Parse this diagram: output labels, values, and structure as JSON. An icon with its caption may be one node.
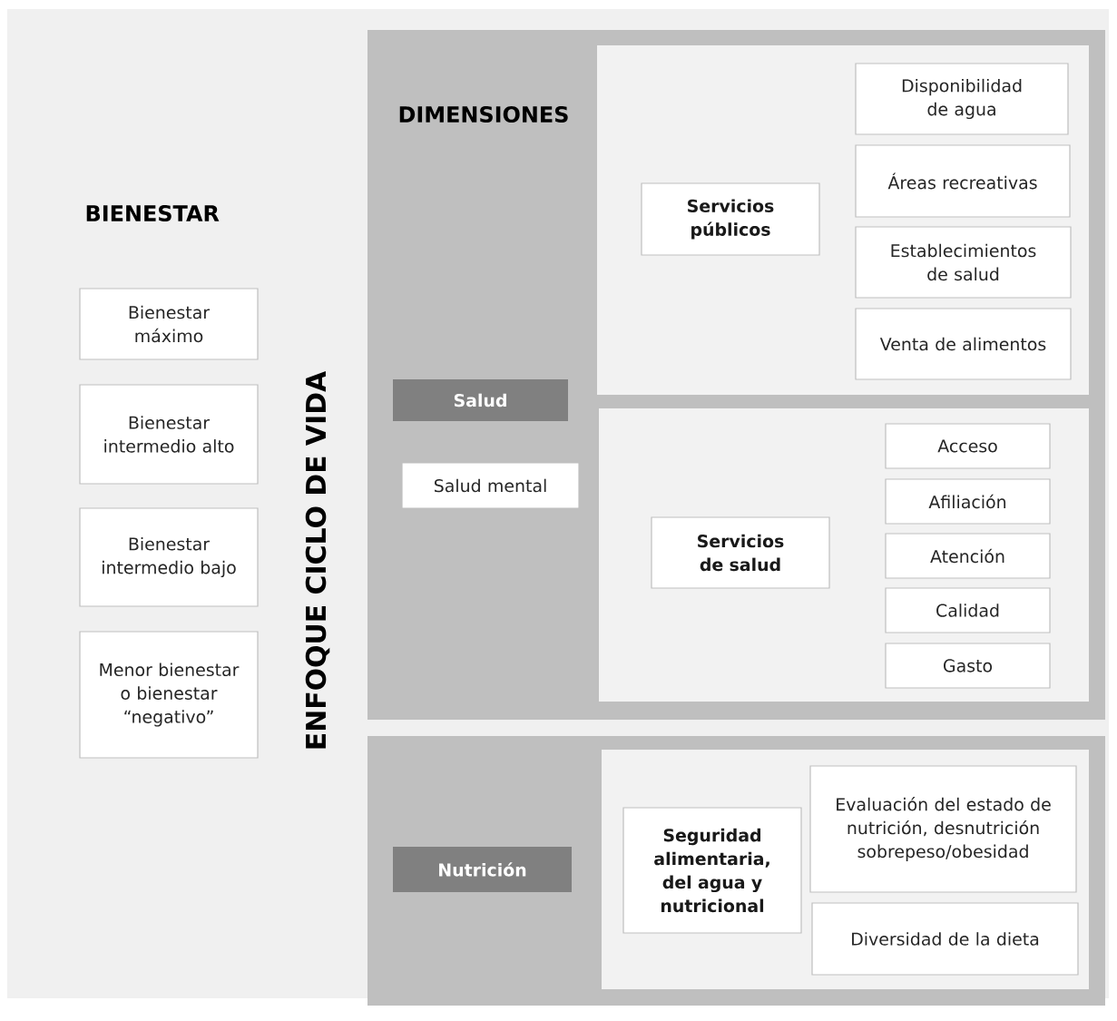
{
  "diagram": {
    "nodes": [
      {
        "text": [
          "Bienestar máximo"
        ]
      },
      {
        "text": [
          "Bienestar intermedio alto"
        ]
      },
      {
        "text": [
          "Bienestar intermedio bajo"
        ]
      },
      {
        "text": [
          "Menor bienestar o bienestar “negativo”"
        ]
      },
      {
        "text": [
          "DIMENSIONES"
        ]
      },
      {
        "text": [
          "Salud"
        ],
        "in": 4
      },
      {
        "text": [
          "Salud mental"
        ],
        "in": 4
      },
      {
        "text": [],
        "shape": "box",
        "in": 4
      },
      {
        "text": [
          "Servicios públicos"
        ],
        "in": 7
      },
      {
        "text": [
          "Disponibilidad de agua"
        ],
        "in": 7
      },
      {
        "text": [
          "Áreas recreativas"
        ],
        "in": 7
      },
      {
        "text": [
          "Establecimientos de salud"
        ],
        "in": 7
      },
      {
        "text": [
          "Venta de alimentos"
        ],
        "in": 7
      },
      {
        "text": [],
        "shape": "box",
        "in": 4
      },
      {
        "text": [
          "Servicios de salud"
        ],
        "in": 13
      },
      {
        "text": [
          "Acceso"
        ],
        "in": 13
      },
      {
        "text": [
          "Afiliación"
        ],
        "in": 13
      },
      {
        "text": [
          "Atención"
        ],
        "in": 13
      },
      {
        "text": [
          "Calidad"
        ],
        "in": 13
      },
      {
        "text": [
          "Gasto"
        ],
        "in": 13
      },
      {
        "text": [],
        "shape": "box"
      },
      {
        "text": [
          "Nutrición"
        ],
        "in": 20
      },
      {
        "text": [],
        "shape": "box",
        "in": 20
      },
      {
        "text": [
          "Seguridad alimentaria, del agua y nutricional"
        ],
        "in": 22
      },
      {
        "text": [
          "Evaluación del estado de nutrición, desnutrición sobrepeso/obesidad"
        ],
        "in": 22
      },
      {
        "text": [
          "Diversidad de la dieta"
        ],
        "in": 22
      }
    ],
    "labels": [
      "BIENESTAR",
      "ENFOQUE CICLO DE VIDA"
    ]
  }
}
